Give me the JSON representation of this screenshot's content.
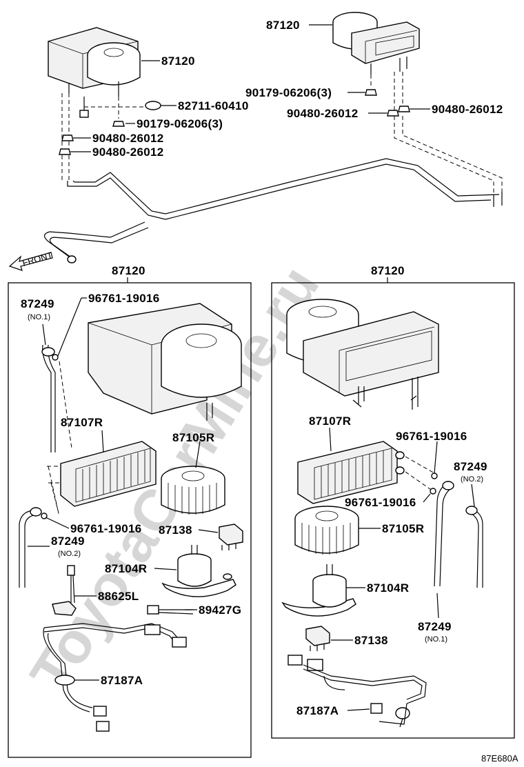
{
  "watermark": "ToyotaCarMine.ru",
  "figure_code": "87E680A",
  "front_label": "FRONT",
  "top_left": {
    "unit": "87120",
    "gasket": "82711-60410",
    "nut": "90179-06206(3)",
    "clip_a": "90480-26012",
    "clip_b": "90480-26012"
  },
  "top_right": {
    "unit": "87120",
    "nut": "90179-06206(3)",
    "clip_a": "90480-26012",
    "clip_b": "90480-26012"
  },
  "left_box": {
    "title": "87120",
    "hose_no1": "87249",
    "hose_no1_sub": "(NO.1)",
    "oring_top": "96761-19016",
    "core": "87107R",
    "fan": "87105R",
    "oring_bottom": "96761-19016",
    "hose_no2": "87249",
    "hose_no2_sub": "(NO.2)",
    "resistor": "87138",
    "motor": "87104R",
    "wire_l": "88625L",
    "wire_g": "89427G",
    "harness": "87187A"
  },
  "right_box": {
    "title": "87120",
    "core": "87107R",
    "oring_top": "96761-19016",
    "hose_no2": "87249",
    "hose_no2_sub": "(NO.2)",
    "oring_bottom": "96761-19016",
    "fan": "87105R",
    "motor": "87104R",
    "hose_no1": "87249",
    "hose_no1_sub": "(NO.1)",
    "resistor": "87138",
    "harness": "87187A"
  }
}
